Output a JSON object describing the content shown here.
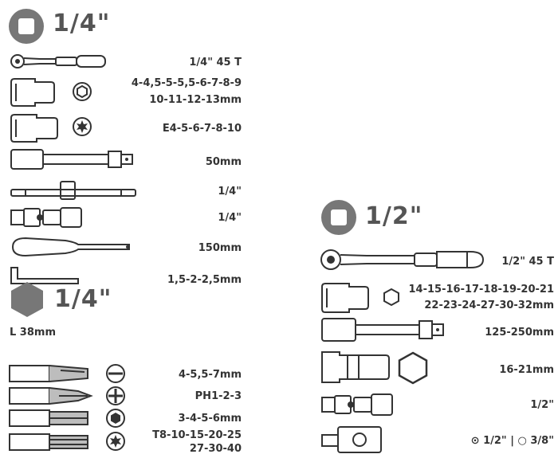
{
  "left": {
    "drive_header": "1/4\"",
    "items": [
      {
        "label": "1/4\" 45 T"
      },
      {
        "line1": "4-4,5-5-5,5-6-7-8-9",
        "line2": "10-11-12-13mm"
      },
      {
        "label": "E4-5-6-7-8-10"
      },
      {
        "label": "50mm"
      },
      {
        "label": "1/4\""
      },
      {
        "label": "1/4\""
      },
      {
        "label": "150mm"
      },
      {
        "label": "1,5-2-2,5mm"
      }
    ],
    "bits_header": "1/4\"",
    "bits_length": "L 38mm",
    "bits": [
      {
        "label": "4-5,5-7mm"
      },
      {
        "label": "PH1-2-3"
      },
      {
        "label": "3-4-5-6mm"
      },
      {
        "line1": "T8-10-15-20-25",
        "line2": "27-30-40"
      }
    ]
  },
  "right": {
    "drive_header": "1/2\"",
    "items": [
      {
        "label": "1/2\" 45 T"
      },
      {
        "line1": "14-15-16-17-18-19-20-21",
        "line2": "22-23-24-27-30-32mm"
      },
      {
        "label": "125-250mm"
      },
      {
        "label": "16-21mm"
      },
      {
        "label": "1/2\""
      },
      {
        "label_a": "1/2\"",
        "separator": "|",
        "label_b": "3/8\""
      }
    ]
  },
  "icons": [
    "square-drive-icon",
    "ratchet-icon",
    "socket-icon",
    "hex-profile-icon",
    "torx-profile-icon",
    "extension-bar-icon",
    "t-handle-icon",
    "universal-joint-icon",
    "bit-holder-screwdriver-icon",
    "hex-key-icon",
    "hex-bit-header-icon",
    "slotted-bit-icon",
    "phillips-bit-icon",
    "hex-bit-icon",
    "torx-bit-icon",
    "adapter-icon"
  ]
}
